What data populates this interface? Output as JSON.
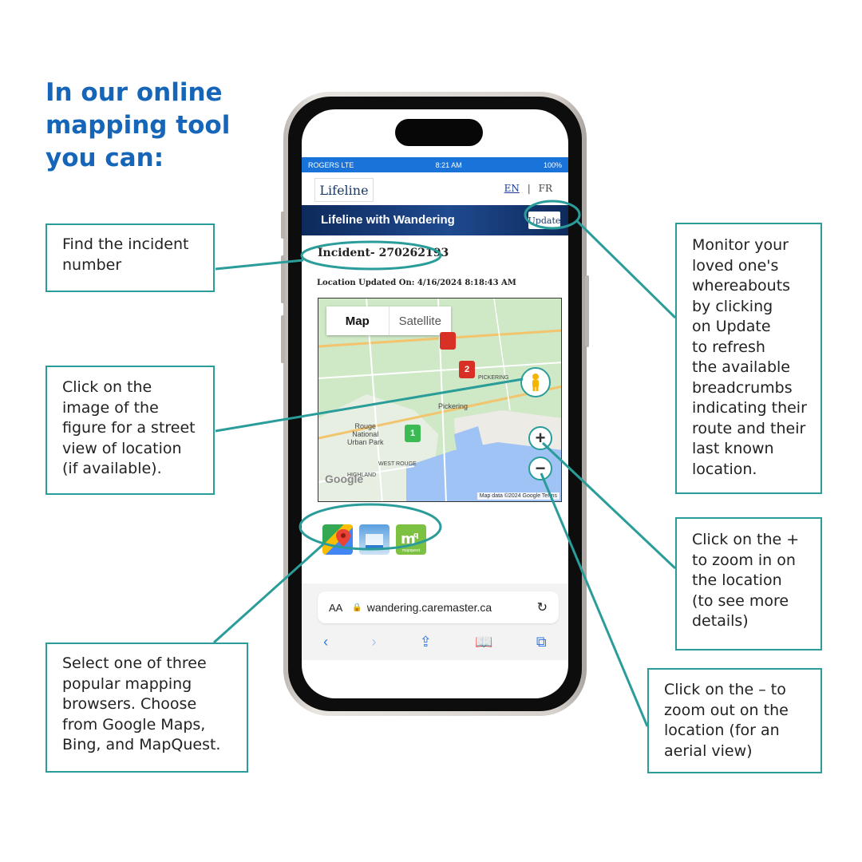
{
  "headline": "In our online\nmapping tool\nyou can:",
  "callouts": {
    "incident": "Find the incident\nnumber",
    "figure": "Click on the\nimage of the\nfigure for a street\nview of location\n(if available).",
    "browsers": "Select one of three\npopular mapping\nbrowsers. Choose\nfrom Google Maps,\nBing, and MapQuest.",
    "update": "Monitor your\nloved one's\nwhereabouts\nby clicking\non Update\nto refresh\nthe available\nbreadcrumbs\nindicating their\nroute and their\nlast known\nlocation.",
    "zoom_in": "Click on the +\nto zoom in on\nthe location\n(to see more\ndetails)",
    "zoom_out": "Click on the – to\nzoom out on the\nlocation (for an\naerial view)"
  },
  "phone": {
    "status": {
      "carrier": "ROGERS  LTE",
      "time": "8:21 AM",
      "battery": "100%"
    },
    "logo": "Lifeline",
    "lang_en": "EN",
    "lang_sep": "|",
    "lang_fr": "FR",
    "banner_title": "Lifeline with Wandering",
    "update_label": "Update",
    "incident": "Incident- 270262193",
    "location_updated": "Location Updated On: 4/16/2024 8:18:43 AM",
    "map": {
      "tab_map": "Map",
      "tab_satellite": "Satellite",
      "labels": [
        "Pickering",
        "PICKERING",
        "Rouge\nNational\nUrban Park",
        "WEST ROUGE",
        "HIGHLAND"
      ],
      "google": "Google",
      "footer": "Map data ©2024 Google   Terms",
      "pin_red_1": "",
      "pin_red_2": "2",
      "pin_green": "1"
    },
    "apps": [
      "Google Maps",
      "Bing",
      "mapquest"
    ],
    "mapquest_text": "mapquest",
    "browser": {
      "aa": "AA",
      "url": "wandering.caremaster.ca"
    }
  },
  "colors": {
    "headline": "#1565b8",
    "callout_border": "#2a9d9a",
    "banner": "#0d2a5c",
    "status": "#1a73d9"
  },
  "icons": [
    "pegman-icon",
    "zoom-in-icon",
    "zoom-out-icon",
    "lock-icon",
    "reload-icon",
    "back-icon",
    "forward-icon",
    "share-icon",
    "bookmarks-icon",
    "tabs-icon"
  ]
}
